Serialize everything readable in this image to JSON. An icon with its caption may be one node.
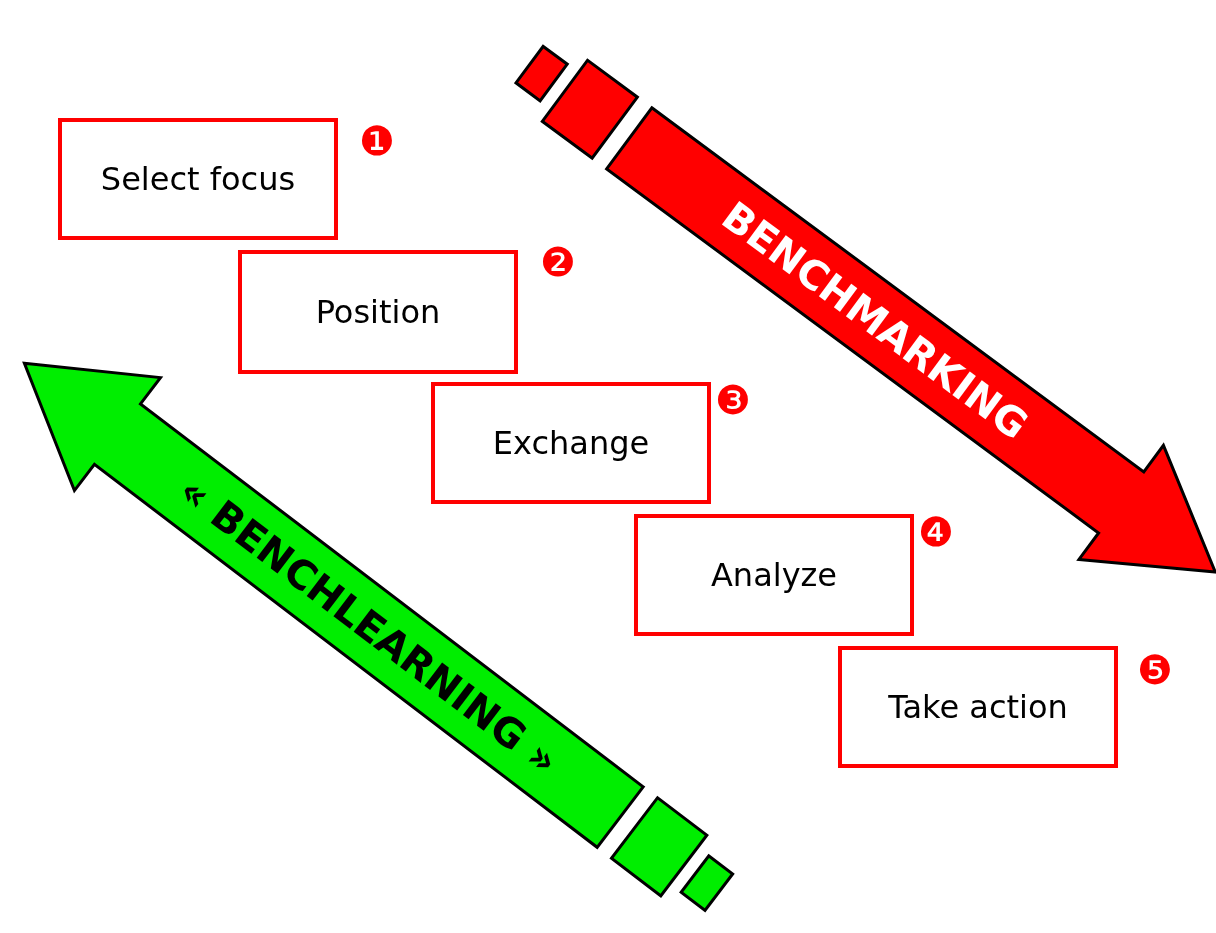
{
  "diagram": {
    "nodes": [
      {
        "text": [
          "Select focus"
        ],
        "beside": [
          "❶"
        ]
      },
      {
        "text": [
          "Position"
        ],
        "beside": [
          "❷"
        ]
      },
      {
        "text": [
          "Exchange"
        ],
        "beside": [
          "❸"
        ]
      },
      {
        "text": [
          "Analyze"
        ],
        "beside": [
          "❹"
        ]
      },
      {
        "text": [
          "Take action"
        ],
        "beside": [
          "❺"
        ]
      },
      {
        "text": [
          "BENCHMARKING"
        ]
      },
      {
        "text": [
          "« BENCHLEARNING »"
        ]
      }
    ]
  }
}
